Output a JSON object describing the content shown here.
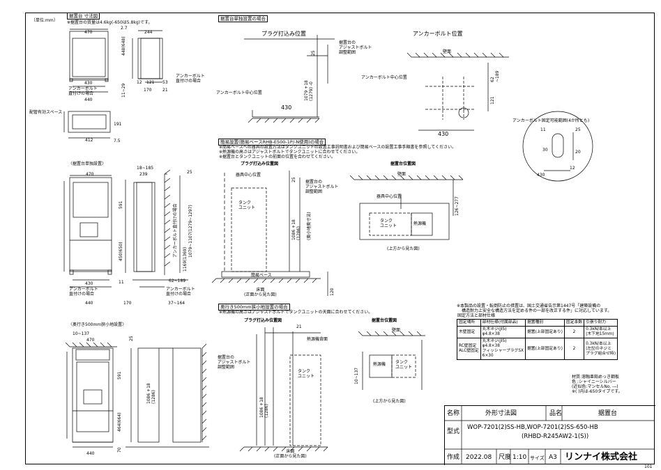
{
  "header": {
    "unit": "〔単位:mm〕",
    "dims_title": "据置台 寸法図",
    "weight_note": "※据置台の質量は4.6kg(-650は5.8kg)です。"
  },
  "dims": {
    "w470": "470",
    "w244": "244",
    "w430": "430",
    "w440": "440",
    "w412": "412",
    "h448": "448(648)",
    "h27": "2.7",
    "h11_29": "11~29",
    "d12": "12",
    "d121": "121",
    "d53": "53",
    "d170": "170",
    "d21": "21",
    "h191": "191",
    "h75": "7.5",
    "anchor_direct": "アンカーボルト\n直付けの場合",
    "pipe_space": "配管有効スペース"
  },
  "single": {
    "label": "〈据置台単独設置〉",
    "w470": "470",
    "w18_185": "18~185",
    "w239": "239",
    "h591": "591",
    "h450": "450(650)",
    "h1169": "1169(1369)",
    "h1079": "1079~1107(1279~1297)",
    "anchor_vert": "アンカーボルト直付けの場合",
    "h25": "25",
    "h11": "11",
    "w430": "430",
    "w440": "440",
    "w170": "170",
    "w62_189": "62~189",
    "w37_164": "37~164",
    "anchor_direct": "アンカーボルト\n直付けの場合"
  },
  "deep": {
    "label": "〈奥行き500mm狭小地設置〉",
    "w10_137": "10~137",
    "w470": "470",
    "h591": "591",
    "h464": "464(664)",
    "h25": "25",
    "h70": "70",
    "h1086": "1086 +18\n(1286)",
    "w440": "440"
  },
  "section1": {
    "title": "据置台単独設置の場合",
    "plug_title": "プラグ打込み位置",
    "anchor_title": "アンカーボルト位置",
    "adjust": "据置台の\nアジャストボルト\n調整範囲",
    "v25": "25",
    "v1079": "1079 +18\n(1279) -0",
    "anchor_center": "アンカーボルト中心位置",
    "w430": "430",
    "wall": "壁面",
    "v62": "62\n~189",
    "v121": "121",
    "w430b": "430",
    "fix_range": "アンカーボルト固定可能範囲(4か所とも)",
    "d11": "11",
    "d30": "30",
    "d12": "12",
    "d25": "25",
    "d20": "20",
    "d430": "430"
  },
  "section2": {
    "title": "簡易設置(簡易ベースRHB-E500-1P/-N使用)の場合",
    "notes": [
      "※簡易ベースへの器具の設置方法はタンクユニットの設置工事説明書および簡易ベースの設置工事手順書を参照してください。",
      "※熱源機の高さはアジャストボルトでタンクユニットに合わせてください。",
      "※据置台とタンクユニットの前面の位置を合わせてください。"
    ],
    "plug_title": "プラグ打込み位置図",
    "floor_title": "据置台位置図",
    "device_center": "器具中心位置",
    "adjust": "据置台の\nアジャストボルト\n調整範囲",
    "v25": "25",
    "v1086": "1086 +18\n(1286)",
    "no_adj": "(奥小地奥寸法)",
    "tank": "タンク\nユニット",
    "base": "簡易ベース",
    "floor": "床面\n(正面から見た図)",
    "v120": "120",
    "wall": "壁面",
    "device_center2": "器具中心位置",
    "v126": "126~277",
    "tank2": "タンク\nユニット",
    "heat": "熱源機",
    "top_view": "(上方から見た図)"
  },
  "section3": {
    "title": "奥行き500mm狭小地設置の場合",
    "note": "※熱源機の高さはアジャストボルトでタンクユニットの天面に合わせてください。",
    "plug_title": "プラグ打込み位置図",
    "floor_title": "据置台位置図",
    "v21": "21",
    "heat_bg": "熱源機背面",
    "adjust": "据置台の\nアジャストボルト\n調整範囲",
    "tank": "タンク\nユニット",
    "v1086": "1086 +18\n(1286)",
    "floor": "床面\n(正面から見た図)",
    "wall": "壁面",
    "v10_137": "10~137",
    "heat": "熱源機",
    "tank2": "タンク\nユニット",
    "top_view": "(上方から見た図)"
  },
  "spec": {
    "note1": "※本製品の設置・転倒防止の措置は、国土交通省告示第1447号「建築設備の",
    "note2": "構造耐力上安全な構造方法を定める件の一部を改正する件」に対応しています。",
    "caption": "固定方法と部材仕様",
    "headers": [
      "固定場所",
      "部材仕様(付属部品)",
      "据置種別",
      "固定本数",
      "引張り耐力"
    ],
    "rows": [
      [
        "木壁固定",
        "丸木ネジ(JIS)\nφ4.8×38",
        "据置(上部固定あり)",
        "2",
        "0.3kN/本以上\n(木下地15mm)"
      ],
      [
        "RC壁固定\nALC壁固定",
        "丸木ネジ(JIS)\nφ4.8×38\nフィッシャープラグSX\n6×30",
        "据置(上部固定あり)",
        "2",
        "0.3kN/本以上\n(左記のネジと\nプラグ組合せ時)"
      ]
    ],
    "material": "材質:溶融亜鉛めっき鋼板",
    "color": "色 :シャイニーシルバー",
    "color2": "(近似色:マンセルNo. ―)",
    "paren": "※( )内は-650タイプです。"
  },
  "title_block": {
    "name_label": "名称",
    "name_value": "外形寸法図",
    "item_label": "品名",
    "item_value": "据置台",
    "model_label": "型式",
    "model_value1": "WOP-7201(2)SS-HB,WOP-7201(2)SS-650-HB",
    "model_value2": "(RHBD-R245AW2-1(S))",
    "made_label": "作成",
    "date": "2022.08",
    "scale_label": "尺度",
    "scale": "1:10",
    "size_label": "サイズ",
    "size": "A3",
    "company": "リンナイ株式会社",
    "page": "101"
  }
}
